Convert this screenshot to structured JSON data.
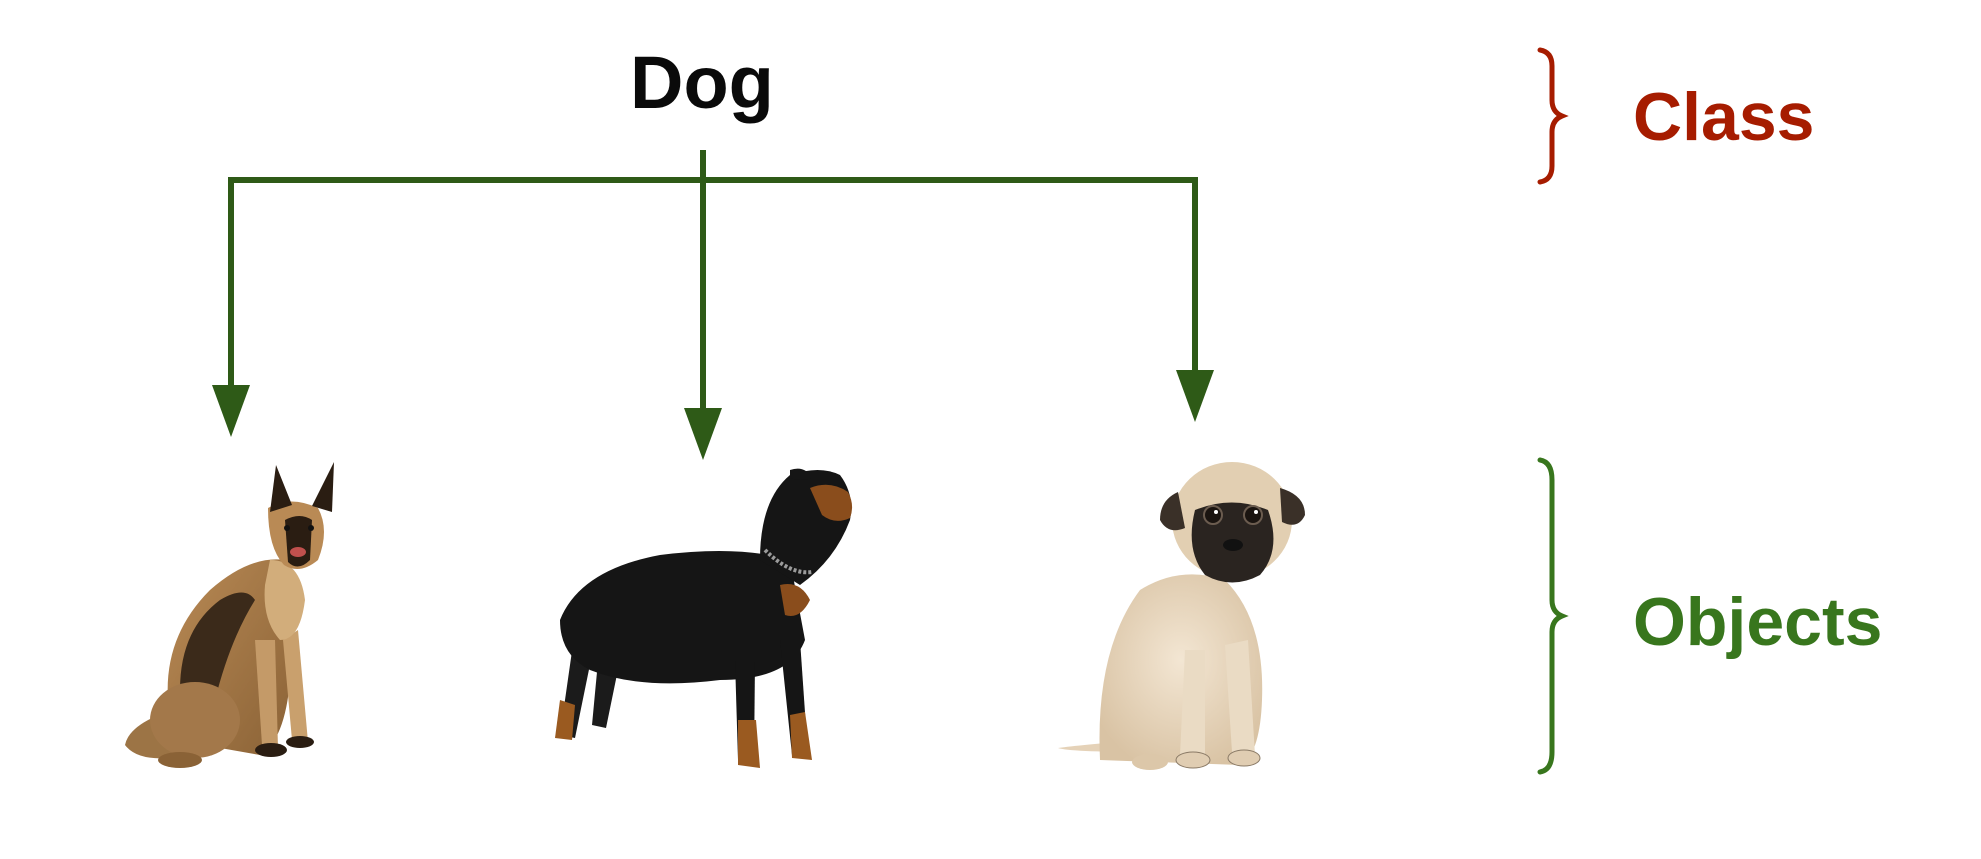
{
  "diagram": {
    "class_name": "Dog",
    "labels": {
      "class": "Class",
      "objects": "Objects"
    },
    "objects": [
      {
        "name": "german-shepherd",
        "icon": "german-shepherd-dog-image"
      },
      {
        "name": "rottweiler",
        "icon": "rottweiler-dog-image"
      },
      {
        "name": "pug",
        "icon": "pug-puppy-image"
      }
    ],
    "colors": {
      "class_label": "#a61c00",
      "objects_label": "#38761d",
      "arrows": "#2e5a17",
      "class_brace": "#a61c00",
      "objects_brace": "#38761d",
      "title": "#0a0a0a"
    }
  }
}
